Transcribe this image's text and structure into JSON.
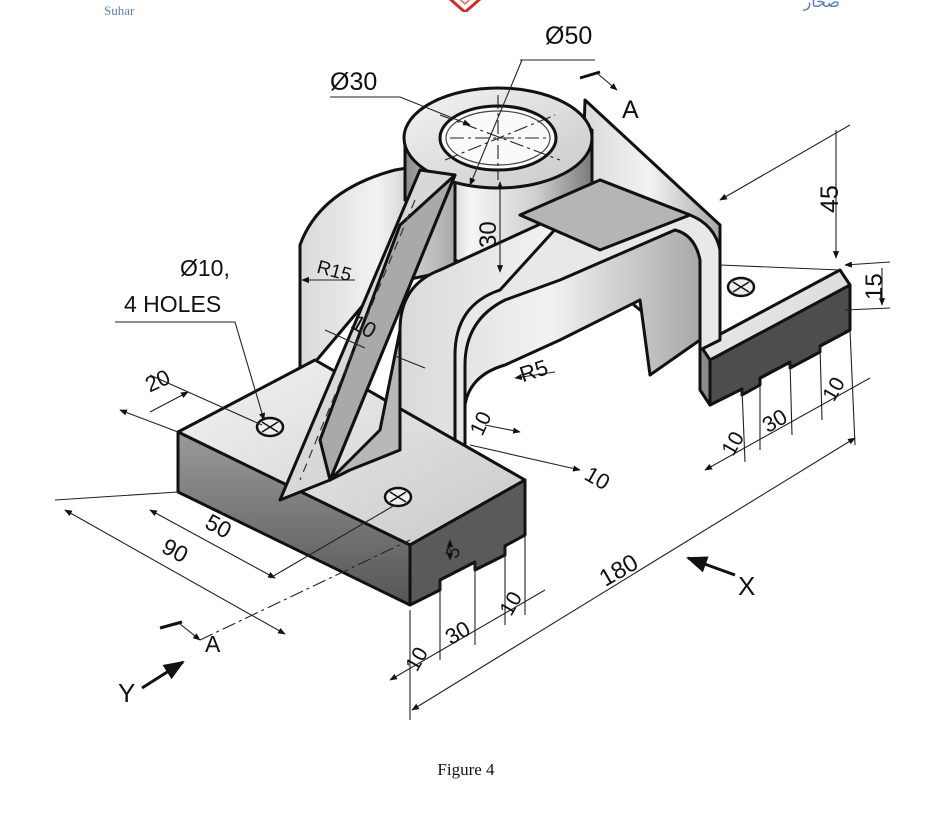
{
  "header": {
    "left_text": "Suhar",
    "right_text": "صحار"
  },
  "dimensions": {
    "dia_boss_outer": "Ø50",
    "dia_boss_inner": "Ø30",
    "hole_dia_line1": "Ø10,",
    "hole_dia_line2": "4 HOLES",
    "radius_web": "R15",
    "radius_bend": "R5",
    "boss_height": "30",
    "total_height": "45",
    "base_thickness": "15",
    "rib_thickness": "10",
    "slot_depth": "5",
    "hole_offset": "20",
    "rib_offset": "50",
    "base_width": "90",
    "overall_length": "180",
    "slot_left_near": "10",
    "slot_width_near": "30",
    "slot_right_near": "10",
    "slot_left_far": "10",
    "slot_width_far": "30",
    "slot_right_far": "10",
    "web_thickness_a": "10",
    "web_thickness_b": "10"
  },
  "labels": {
    "section_mark": "A",
    "section_mark_2": "A",
    "view_x": "X",
    "view_y": "Y"
  },
  "caption": "Figure 4"
}
